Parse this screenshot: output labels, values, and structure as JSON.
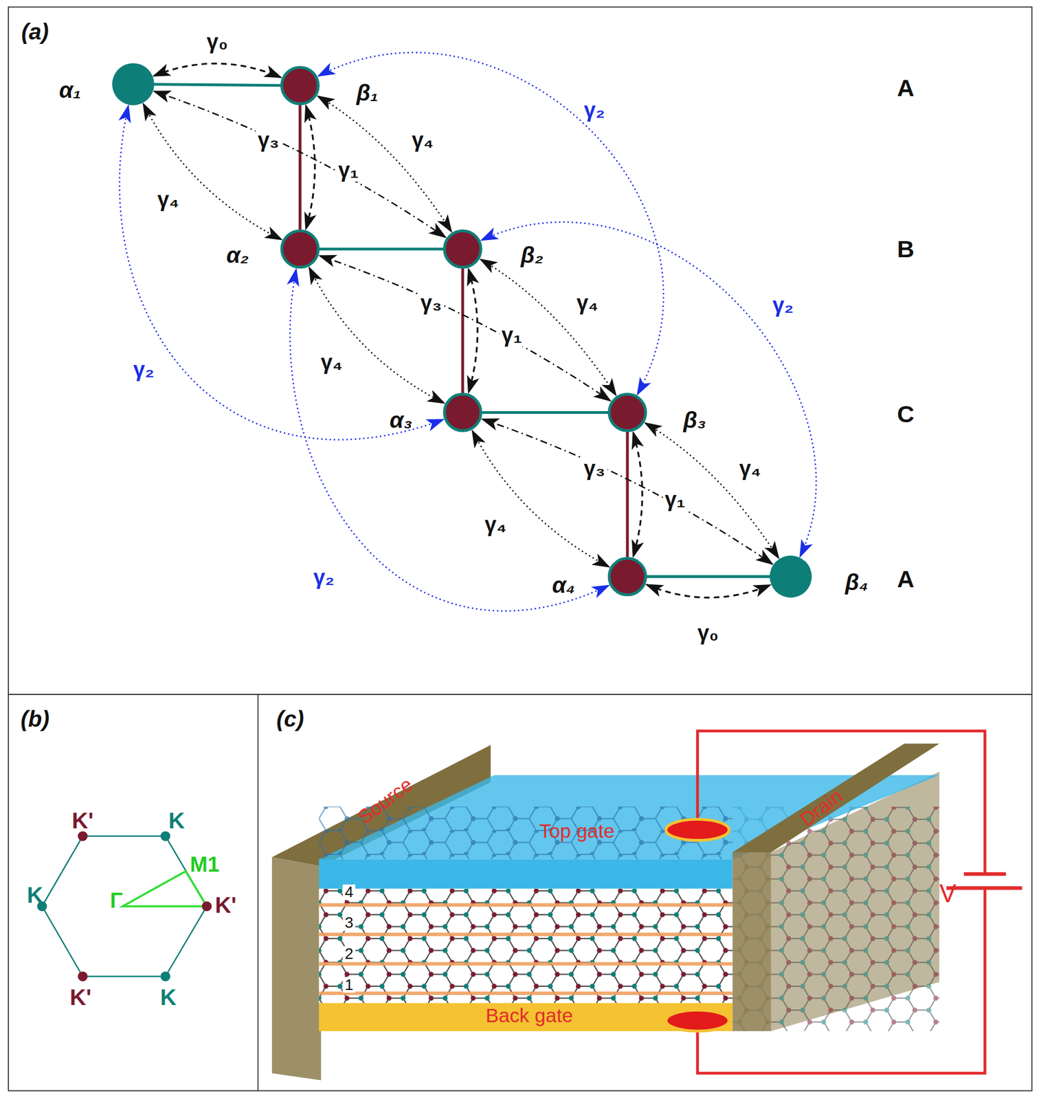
{
  "diagram": {
    "nodes": [
      {
        "text": [
          "α₁"
        ]
      },
      {
        "text": [
          "β₁"
        ]
      },
      {
        "text": [
          "α₂"
        ]
      },
      {
        "text": [
          "β₂"
        ]
      },
      {
        "text": [
          "α₃"
        ]
      },
      {
        "text": [
          "β₃"
        ]
      },
      {
        "text": [
          "α₄"
        ]
      },
      {
        "text": [
          "β₄"
        ]
      }
    ],
    "edges": [
      {
        "from": 0,
        "to": 1,
        "arrow": "none"
      },
      {
        "from": 2,
        "to": 3,
        "arrow": "none"
      },
      {
        "from": 4,
        "to": 5,
        "arrow": "none"
      },
      {
        "from": 6,
        "to": 7,
        "arrow": "none"
      },
      {
        "from": 1,
        "to": 2,
        "arrow": "none"
      },
      {
        "from": 3,
        "to": 4,
        "arrow": "none"
      },
      {
        "from": 5,
        "to": 6,
        "arrow": "none"
      },
      {
        "from": 0,
        "to": 1,
        "arrow": "both",
        "label": "γ₀"
      },
      {
        "from": 6,
        "to": 7,
        "arrow": "both",
        "label": "γ₀"
      },
      {
        "from": 1,
        "to": 2,
        "arrow": "both",
        "label": "γ₁"
      },
      {
        "from": 3,
        "to": 4,
        "arrow": "both",
        "label": "γ₁"
      },
      {
        "from": 5,
        "to": 6,
        "arrow": "both",
        "label": "γ₁"
      },
      {
        "from": 0,
        "to": 3,
        "arrow": "both",
        "label": "γ₃"
      },
      {
        "from": 2,
        "to": 5,
        "arrow": "both",
        "label": "γ₃"
      },
      {
        "from": 4,
        "to": 7,
        "arrow": "both",
        "label": "γ₃"
      },
      {
        "from": 0,
        "to": 2,
        "arrow": "both",
        "label": "γ₄"
      },
      {
        "from": 1,
        "to": 3,
        "arrow": "both",
        "label": "γ₄"
      },
      {
        "from": 2,
        "to": 4,
        "arrow": "both",
        "label": "γ₄"
      },
      {
        "from": 3,
        "to": 5,
        "arrow": "both",
        "label": "γ₄"
      },
      {
        "from": 4,
        "to": 6,
        "arrow": "both",
        "label": "γ₄"
      },
      {
        "from": 5,
        "to": 7,
        "arrow": "both",
        "label": "γ₄"
      },
      {
        "from": 1,
        "to": 5,
        "arrow": "both",
        "label": "γ₂"
      },
      {
        "from": 0,
        "to": 4,
        "arrow": "both",
        "label": "γ₂"
      },
      {
        "from": 3,
        "to": 7,
        "arrow": "both",
        "label": "γ₂"
      },
      {
        "from": 2,
        "to": 6,
        "arrow": "both",
        "label": "γ₂"
      }
    ],
    "labels": [
      "(a)",
      "A",
      "B",
      "C",
      "A",
      "(b)",
      "K'",
      "K",
      "K",
      "M1",
      "Γ",
      "K'",
      "K'",
      "K",
      "(c)",
      "Source",
      "Drain",
      "Top gate",
      "4",
      "3",
      "2",
      "1",
      "Back gate",
      "V"
    ]
  }
}
